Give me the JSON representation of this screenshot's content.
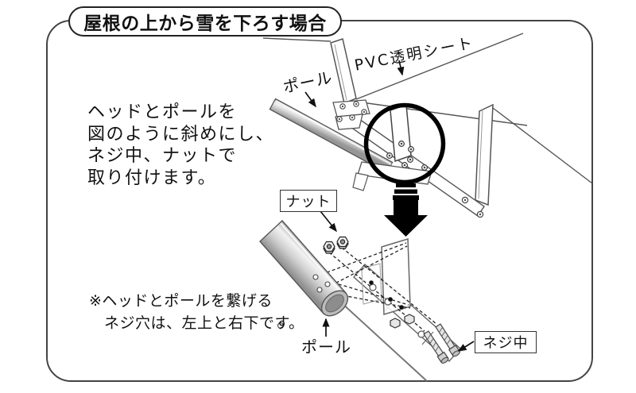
{
  "figure": {
    "title": "屋根の上から雪を下ろす場合",
    "instruction_lines": [
      "ヘッドとポールを",
      "図のように斜めにし、",
      "ネジ中、ナットで",
      "取り付けます。"
    ],
    "note_lines": [
      "※ヘッドとポールを繋げる",
      "ネジ穴は、左上と右下です。"
    ],
    "labels": {
      "pole_top": "ポール",
      "pvc_sheet": "PVC透明シート",
      "nut": "ナット",
      "pole_bottom": "ポール",
      "screw_medium": "ネジ中"
    },
    "colors": {
      "ink": "#111111",
      "outline": "#4a4a4a",
      "metal_gray": "#c9c9c9",
      "accent_black": "#000000",
      "background": "#ffffff"
    }
  }
}
